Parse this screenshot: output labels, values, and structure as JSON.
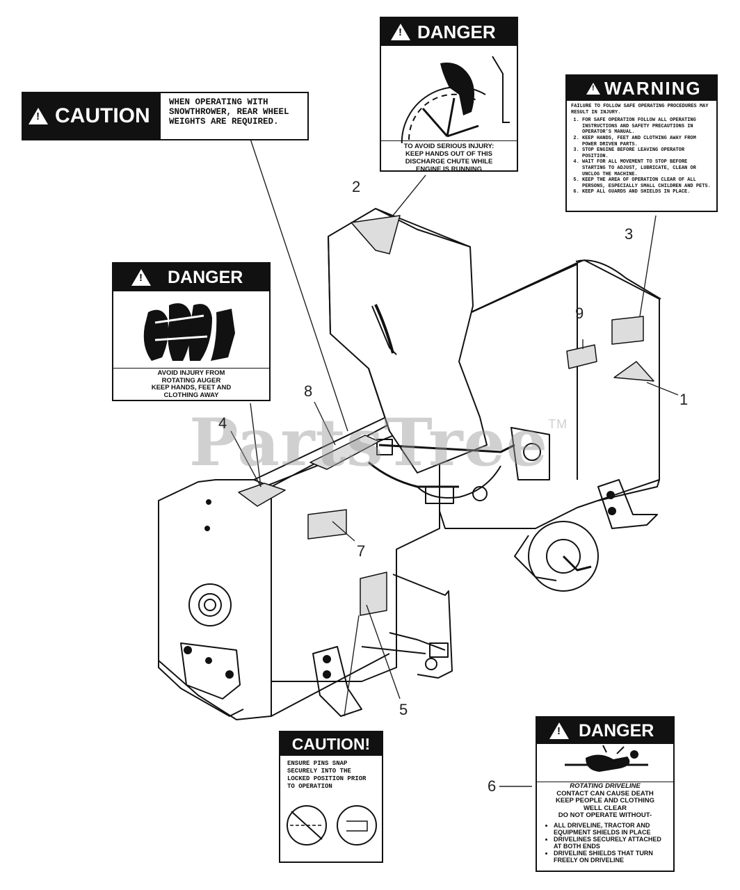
{
  "watermark": {
    "text": "PartsTree",
    "mark": "TM"
  },
  "labels": {
    "caution_rear": {
      "word": "CAUTION",
      "text": "WHEN OPERATING WITH SNOWTHROWER, REAR WHEEL WEIGHTS ARE REQUIRED."
    },
    "danger_chute": {
      "word": "DANGER",
      "line1": "TO AVOID SERIOUS INJURY:",
      "line2": "KEEP HANDS OUT OF THIS",
      "line3": "DISCHARGE CHUTE WHILE",
      "line4": "ENGINE IS RUNNING"
    },
    "warning": {
      "word": "WARNING",
      "intro": "FAILURE TO FOLLOW SAFE OPERATING PROCEDURES MAY RESULT IN INJURY.",
      "items": [
        "FOR SAFE OPERATION FOLLOW ALL OPERATING INSTRUCTIONS AND SAFETY PRECAUTIONS IN OPERATOR'S MANUAL.",
        "KEEP HANDS, FEET AND CLOTHING AWAY FROM POWER DRIVEN PARTS.",
        "STOP ENGINE BEFORE LEAVING OPERATOR POSITION.",
        "WAIT FOR ALL MOVEMENT TO STOP BEFORE STARTING TO ADJUST, LUBRICATE, CLEAN OR UNCLOG THE MACHINE.",
        "KEEP THE AREA OF OPERATION CLEAR OF ALL PERSONS, ESPECIALLY SMALL CHILDREN AND PETS.",
        "KEEP ALL GUARDS AND SHIELDS IN PLACE."
      ]
    },
    "danger_auger": {
      "word": "DANGER",
      "line1": "AVOID INJURY FROM",
      "line2": "ROTATING AUGER",
      "line3": "KEEP HANDS, FEET AND",
      "line4": "CLOTHING AWAY"
    },
    "caution_pins": {
      "word": "CAUTION!",
      "text": "ENSURE PINS SNAP SECURELY INTO THE LOCKED POSITION PRIOR TO OPERATION"
    },
    "danger_driveline": {
      "word": "DANGER",
      "title": "ROTATING DRIVELINE",
      "line1": "CONTACT CAN CAUSE DEATH",
      "line2": "KEEP PEOPLE AND CLOTHING",
      "line3": "WELL CLEAR",
      "line4": "DO NOT OPERATE WITHOUT-",
      "bullets": [
        "ALL DRIVELINE, TRACTOR AND EQUIPMENT SHIELDS IN PLACE",
        "DRIVELINES SECURELY ATTACHED AT BOTH ENDS",
        "DRIVELINE SHIELDS THAT TURN FREELY ON DRIVELINE"
      ]
    }
  },
  "callouts": [
    "1",
    "2",
    "3",
    "4",
    "5",
    "6",
    "7",
    "8",
    "9"
  ]
}
